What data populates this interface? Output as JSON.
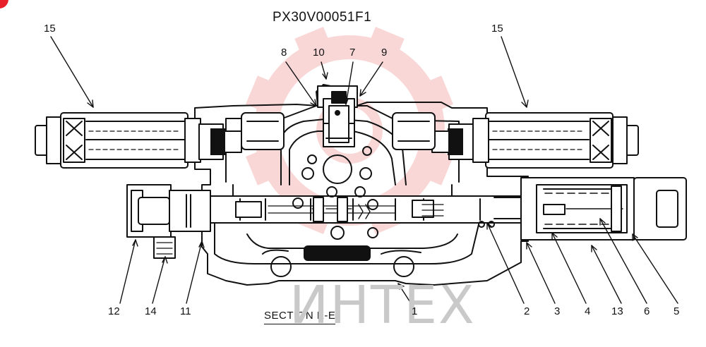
{
  "drawing": {
    "code": "PX30V00051F1",
    "section": "SECTION  E-E"
  },
  "watermark": {
    "text": "ИНТЕХ",
    "color": "#f5b7b7"
  },
  "accent_color": "#e8202a",
  "callouts": [
    {
      "id": "15",
      "text": "15"
    },
    {
      "id": "15b",
      "text": "15"
    },
    {
      "id": "8",
      "text": "8"
    },
    {
      "id": "10",
      "text": "10"
    },
    {
      "id": "7",
      "text": "7"
    },
    {
      "id": "9",
      "text": "9"
    },
    {
      "id": "12",
      "text": "12"
    },
    {
      "id": "14",
      "text": "14"
    },
    {
      "id": "11",
      "text": "11"
    },
    {
      "id": "1",
      "text": "1"
    },
    {
      "id": "2",
      "text": "2"
    },
    {
      "id": "3",
      "text": "3"
    },
    {
      "id": "4",
      "text": "4"
    },
    {
      "id": "13",
      "text": "13"
    },
    {
      "id": "6",
      "text": "6"
    },
    {
      "id": "5",
      "text": "5"
    }
  ]
}
